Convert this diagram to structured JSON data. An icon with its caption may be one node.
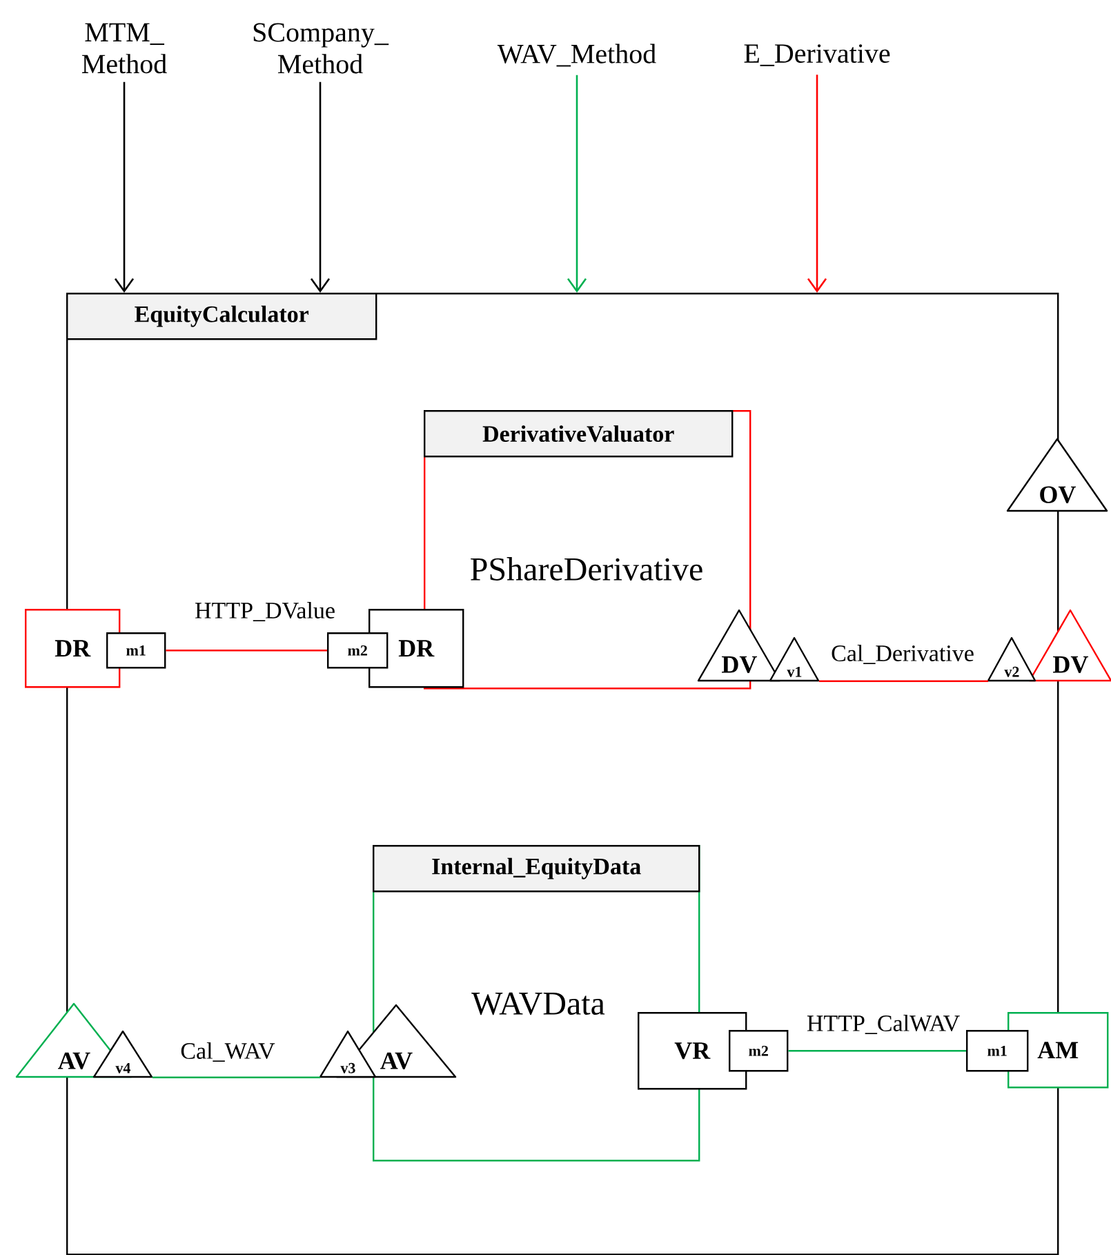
{
  "diagram": {
    "nodes": [
      {
        "text": [
          "EquityCalculator"
        ]
      },
      {
        "text": [
          "MTM_ Method"
        ]
      },
      {
        "text": [
          "SCompany_ Method"
        ]
      },
      {
        "text": [
          "WAV_Method"
        ]
      },
      {
        "text": [
          "E_Derivative"
        ]
      },
      {
        "text": [
          "DerivativeValuator",
          "PShareDerivative"
        ],
        "in": 0
      },
      {
        "text": [
          "DR"
        ]
      },
      {
        "text": [
          "m1"
        ],
        "in": 0
      },
      {
        "text": [
          "m2"
        ],
        "in": 0
      },
      {
        "text": [
          "DR"
        ],
        "in": 0
      },
      {
        "text": [
          "DV"
        ],
        "in": 0
      },
      {
        "text": [
          "v1"
        ],
        "in": 0
      },
      {
        "text": [
          "v2"
        ],
        "in": 0
      },
      {
        "text": [
          "DV"
        ]
      },
      {
        "text": [
          "OV"
        ]
      },
      {
        "text": [
          "Internal_EquityData",
          "WAVData"
        ],
        "in": 0
      },
      {
        "text": [
          "AV"
        ]
      },
      {
        "text": [
          "v4"
        ],
        "in": 0
      },
      {
        "text": [
          "v3"
        ],
        "in": 0
      },
      {
        "text": [
          "AV"
        ],
        "in": 0
      },
      {
        "text": [
          "VR"
        ],
        "in": 0
      },
      {
        "text": [
          "m2"
        ],
        "in": 0
      },
      {
        "text": [
          "m1"
        ],
        "in": 0
      },
      {
        "text": [
          "AM"
        ]
      }
    ],
    "edges": [
      {
        "from": 1,
        "to": 0,
        "arrow": "to",
        "color": "#000000"
      },
      {
        "from": 2,
        "to": 0,
        "arrow": "to",
        "color": "#000000"
      },
      {
        "from": 3,
        "to": 0,
        "arrow": "to",
        "color": "#00b050"
      },
      {
        "from": 4,
        "to": 0,
        "arrow": "to",
        "color": "#ff0000"
      },
      {
        "from": 7,
        "to": 8,
        "arrow": "none",
        "label": "HTTP_DValue",
        "color": "#ff0000"
      },
      {
        "from": 11,
        "to": 12,
        "arrow": "none",
        "label": "Cal_Derivative",
        "color": "#ff0000"
      },
      {
        "from": 17,
        "to": 18,
        "arrow": "none",
        "label": "Cal_WAV",
        "color": "#00b050"
      },
      {
        "from": 21,
        "to": 22,
        "arrow": "none",
        "label": "HTTP_CalWAV",
        "color": "#00b050"
      }
    ]
  }
}
